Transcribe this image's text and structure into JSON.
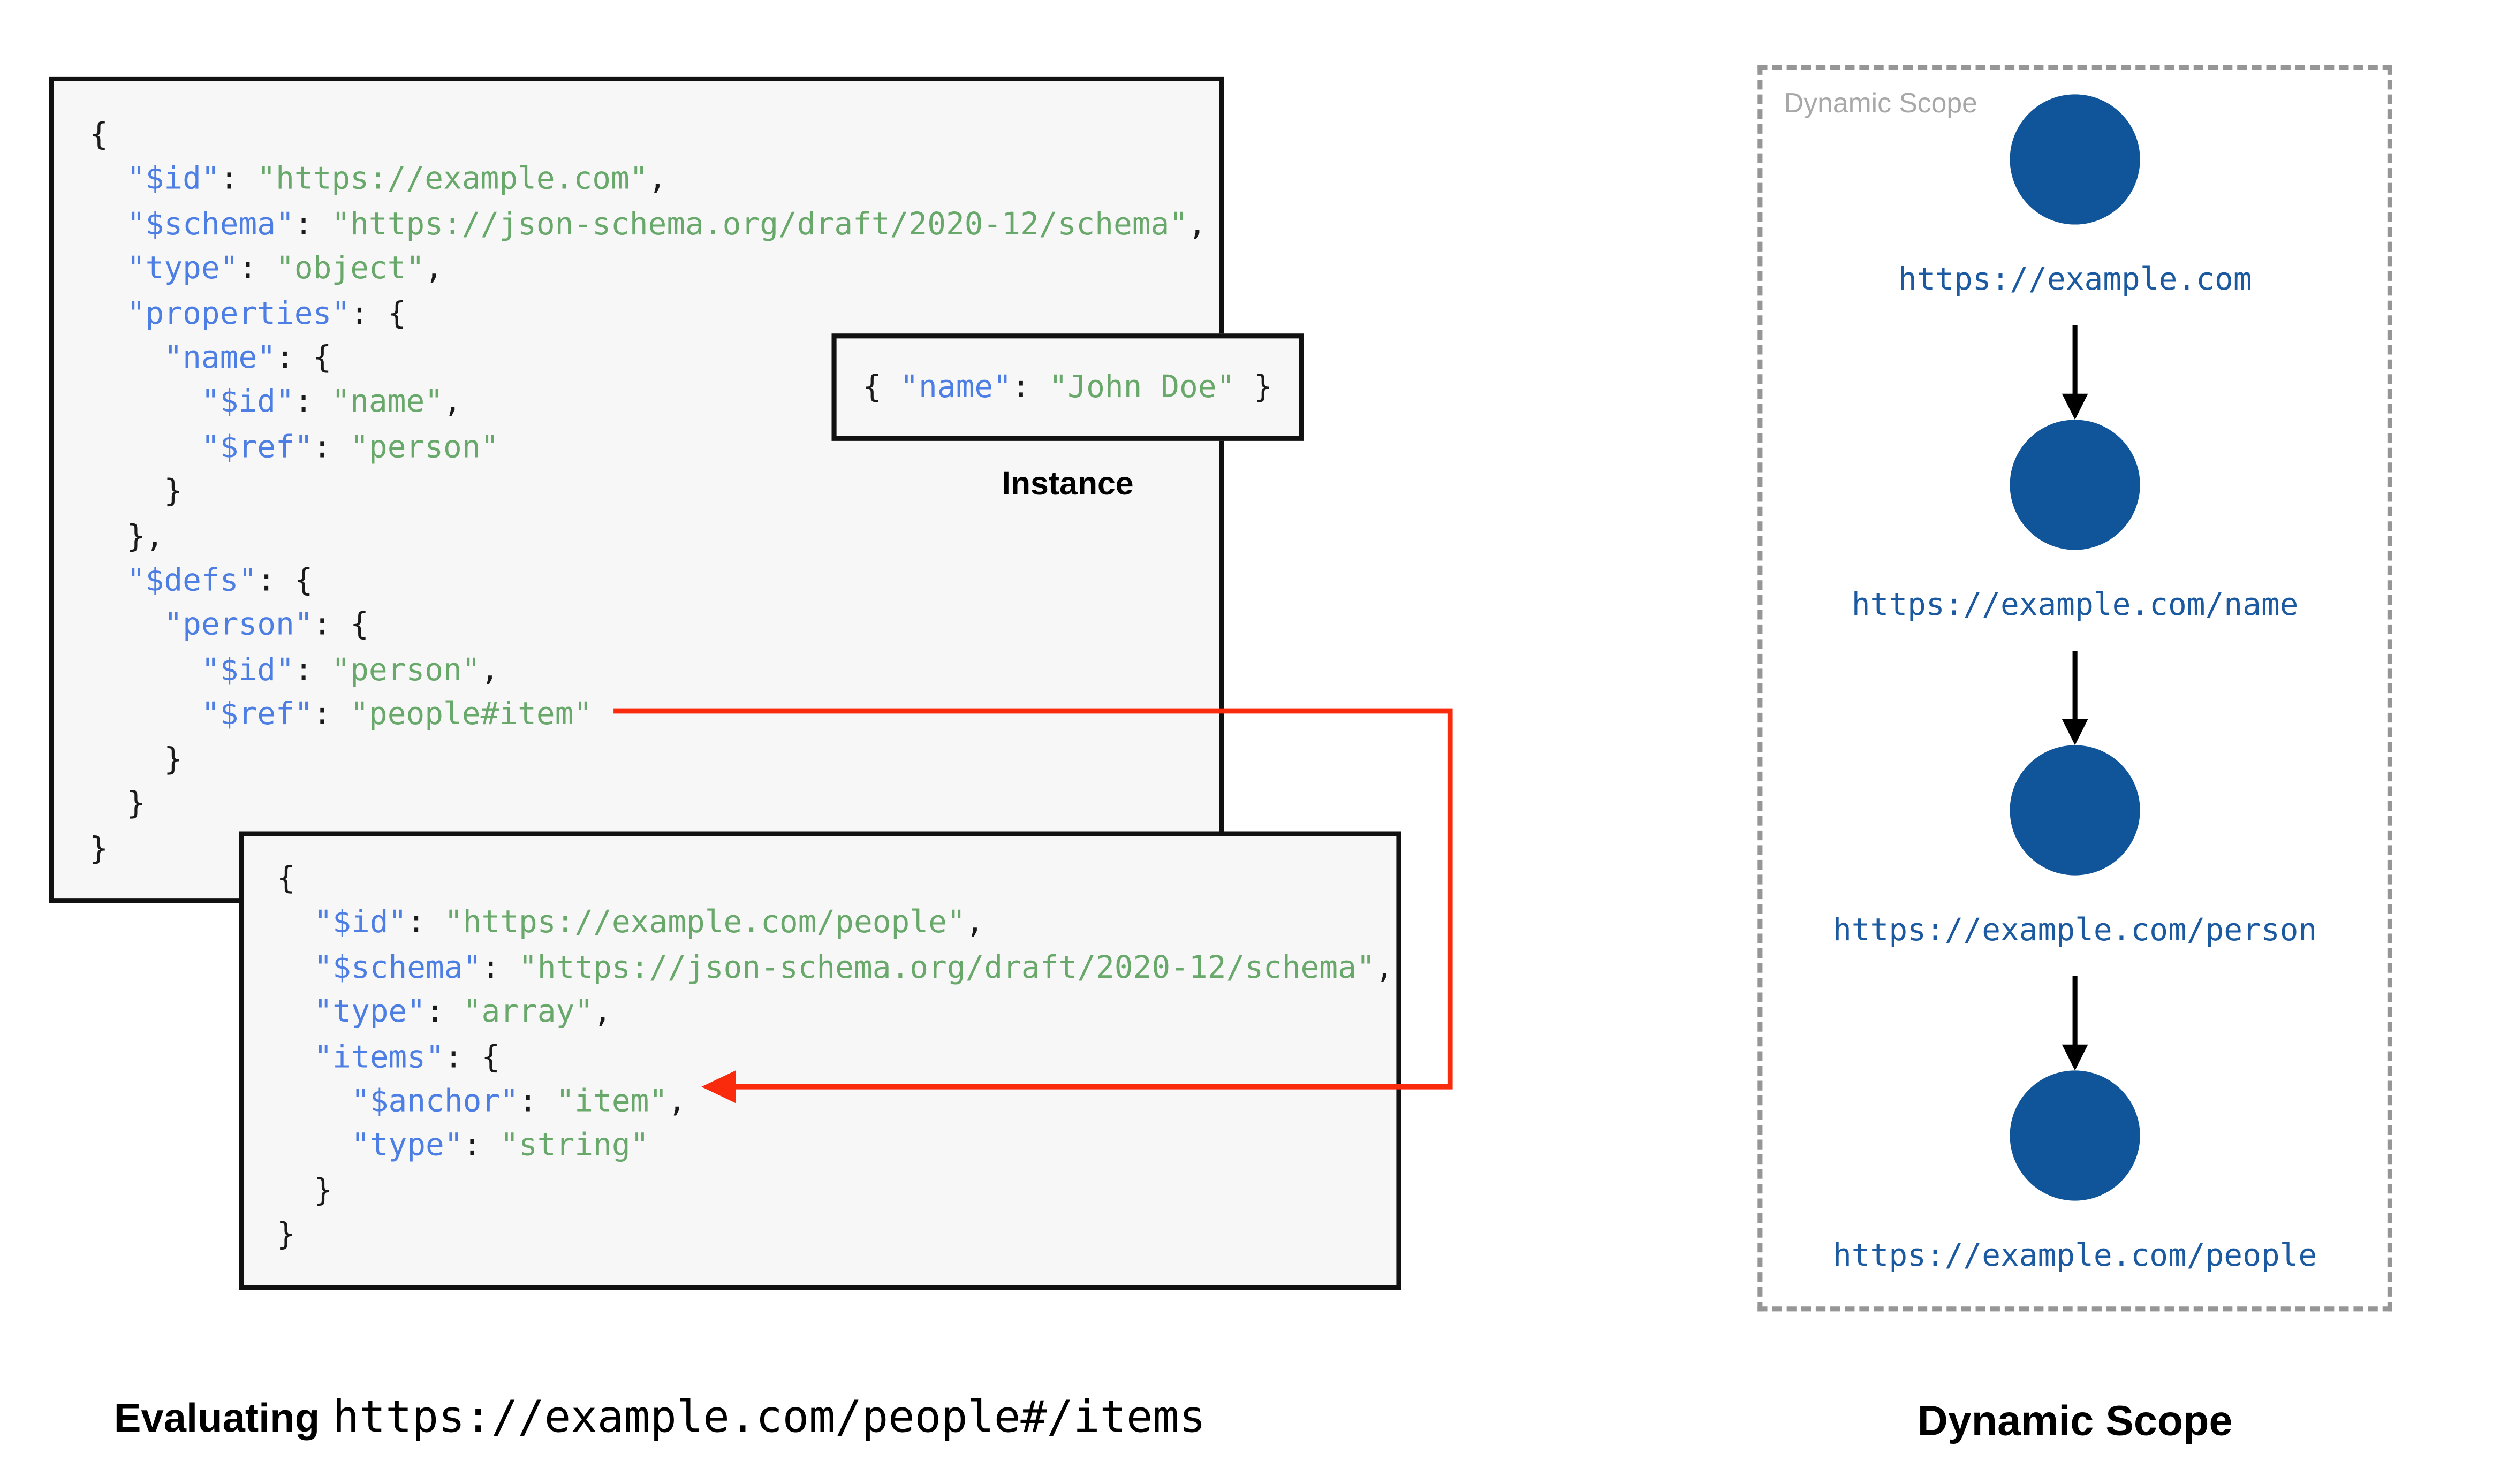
{
  "colors": {
    "code_key": "#4d7ee3",
    "code_str": "#68a86a",
    "code_plain": "#1a1a1a",
    "box_bg": "#f7f7f7",
    "box_border": "#111111",
    "node_fill": "#10559a",
    "url_text": "#1b5aa0",
    "red_arrow": "#fa2b0c",
    "dash_border": "#969696",
    "label_gray": "#a8a8a8"
  },
  "schema_box": {
    "lines": [
      "{",
      "  \"$id\": \"https://example.com\",",
      "  \"$schema\": \"https://json-schema.org/draft/2020-12/schema\",",
      "  \"type\": \"object\",",
      "  \"properties\": {",
      "    \"name\": {",
      "      \"$id\": \"name\",",
      "      \"$ref\": \"person\"",
      "    }",
      "  },",
      "  \"$defs\": {",
      "    \"person\": {",
      "      \"$id\": \"person\",",
      "      \"$ref\": \"people#item\"",
      "    }",
      "  }",
      "}"
    ]
  },
  "people_schema_box": {
    "lines": [
      "{",
      "  \"$id\": \"https://example.com/people\",",
      "  \"$schema\": \"https://json-schema.org/draft/2020-12/schema\",",
      "  \"type\": \"array\",",
      "  \"items\": {",
      "    \"$anchor\": \"item\",",
      "    \"type\": \"string\"",
      "  }",
      "}"
    ]
  },
  "instance": {
    "lines": [
      "{ \"name\": \"John Doe\" }"
    ],
    "label": "Instance"
  },
  "dynamic_scope_panel": {
    "corner_label": "Dynamic Scope",
    "nodes": [
      {
        "url": "https://example.com"
      },
      {
        "url": "https://example.com/name"
      },
      {
        "url": "https://example.com/person"
      },
      {
        "url": "https://example.com/people"
      }
    ]
  },
  "captions": {
    "evaluating_label": "Evaluating",
    "evaluating_uri": "https://example.com/people#/items",
    "dynamic_scope": "Dynamic Scope"
  }
}
